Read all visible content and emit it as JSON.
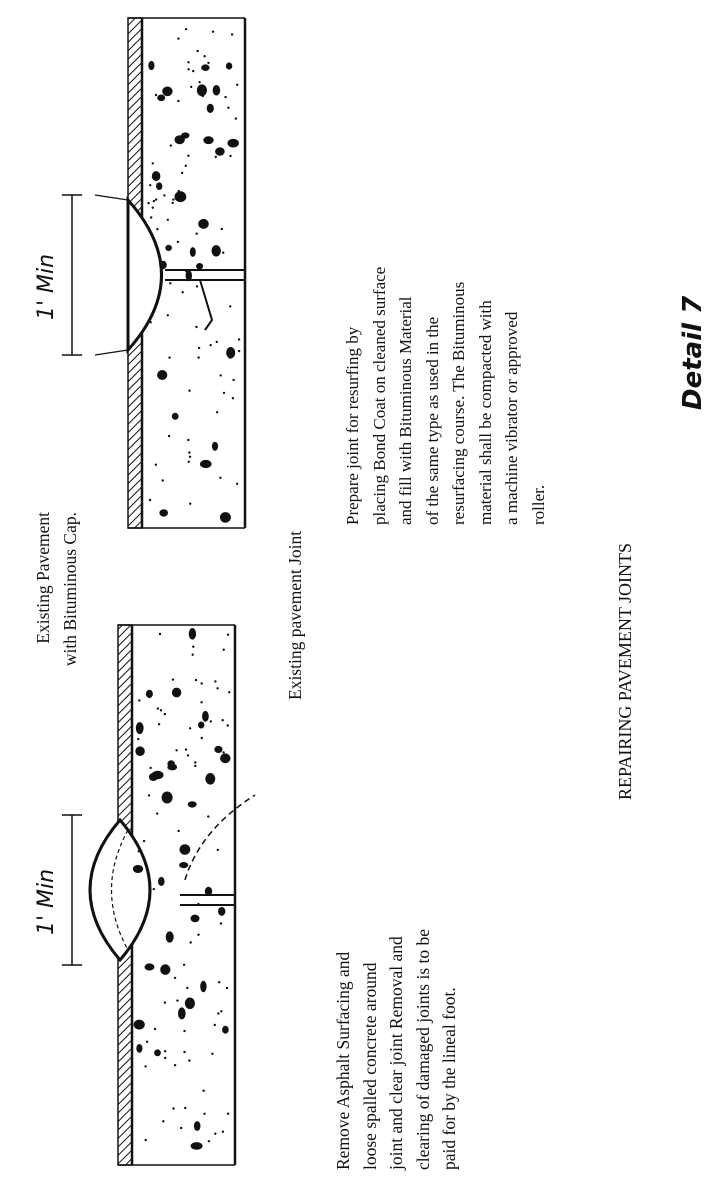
{
  "labels": {
    "existing_pavement_cap": "Existing Pavement\nwith Bituminous Cap.",
    "existing_joint": "Existing pavement Joint",
    "remove_note": "Remove Asphalt Surfacing and\nloose spalled concrete around\njoint and clear joint Removal and\nclearing of damaged joints is to be\npaid for by the lineal foot.",
    "prepare_note": "Prepare joint for resurfing by\nplacing Bond Coat on cleaned surface\nand fill with Bituminous Material\nof the same type as used in the\nresurfacing course. The Bituminous\nmaterial shall be compacted with\na machine vibrator or approved\nroller.",
    "title": "REPAIRING PAVEMENT JOINTS",
    "detail": "Detail 7",
    "dim_left": "1' Min",
    "dim_right": "1' Min"
  }
}
